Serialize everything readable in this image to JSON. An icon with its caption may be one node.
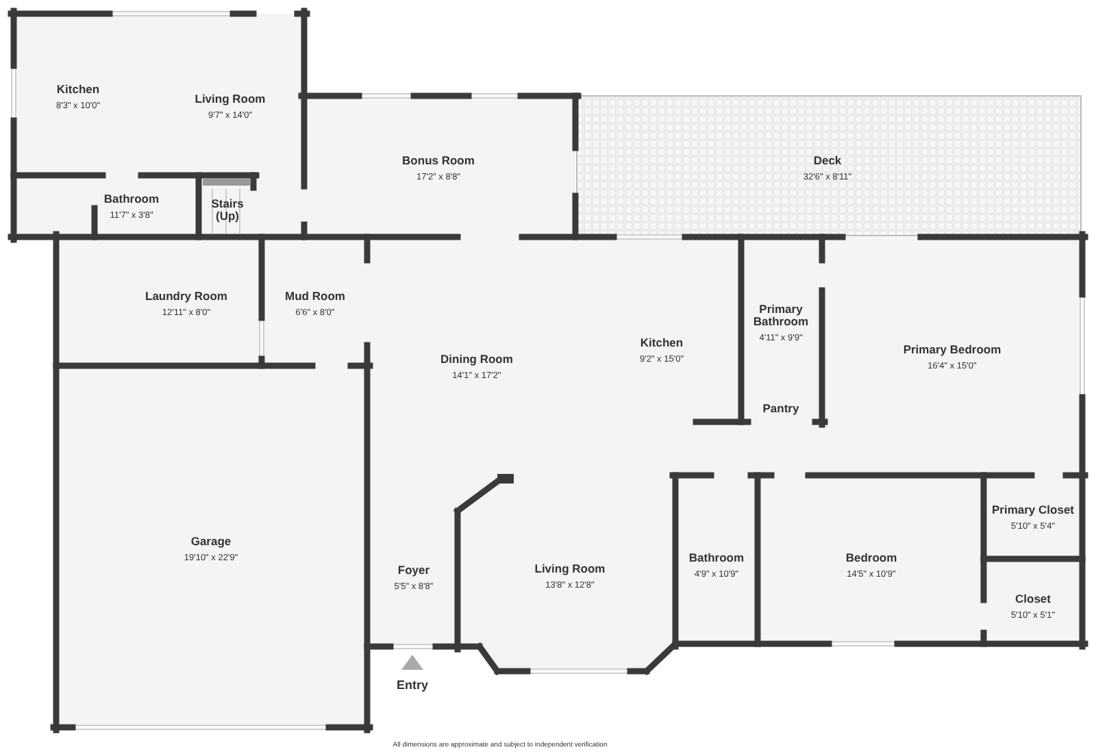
{
  "diagram": {
    "nodes": [
      {
        "text": [
          "Kitchen",
          "8'3\" x 10'0\""
        ]
      },
      {
        "text": [
          "Living Room",
          "9'7\" x 14'0\""
        ]
      },
      {
        "text": [
          "Bathroom",
          "11'7\" x 3'8\""
        ]
      },
      {
        "text": [
          "Stairs (Up)"
        ]
      },
      {
        "text": [
          "Bonus Room",
          "17'2\" x 8'8\""
        ]
      },
      {
        "text": [
          "Deck",
          "32'6\" x 8'11\""
        ]
      },
      {
        "text": [
          "Laundry Room",
          "12'11\" x 8'0\""
        ]
      },
      {
        "text": [
          "Mud Room",
          "6'6\" x 8'0\""
        ]
      },
      {
        "text": [
          "Dining Room",
          "14'1\" x 17'2\""
        ]
      },
      {
        "text": [
          "Kitchen",
          "9'2\" x 15'0\""
        ]
      },
      {
        "text": [
          "Primary Bathroom",
          "4'11\" x 9'9\""
        ]
      },
      {
        "text": [
          "Pantry"
        ]
      },
      {
        "text": [
          "Primary Bedroom",
          "16'4\" x 15'0\""
        ]
      },
      {
        "text": [
          "Garage",
          "19'10\" x 22'9\""
        ]
      },
      {
        "text": [
          "Foyer",
          "5'5\" x 8'8\""
        ]
      },
      {
        "text": [
          "Living Room",
          "13'8\" x 12'8\""
        ]
      },
      {
        "text": [
          "Bathroom",
          "4'9\" x 10'9\""
        ]
      },
      {
        "text": [
          "Bedroom",
          "14'5\" x 10'9\""
        ]
      },
      {
        "text": [
          "Primary Closet",
          "5'10\" x 5'4\""
        ]
      },
      {
        "text": [
          "Closet",
          "5'10\" x 5'1\""
        ]
      }
    ],
    "edges": [],
    "labels": [
      "Entry",
      "All dimensions are approximate and subject to independent verification"
    ]
  }
}
